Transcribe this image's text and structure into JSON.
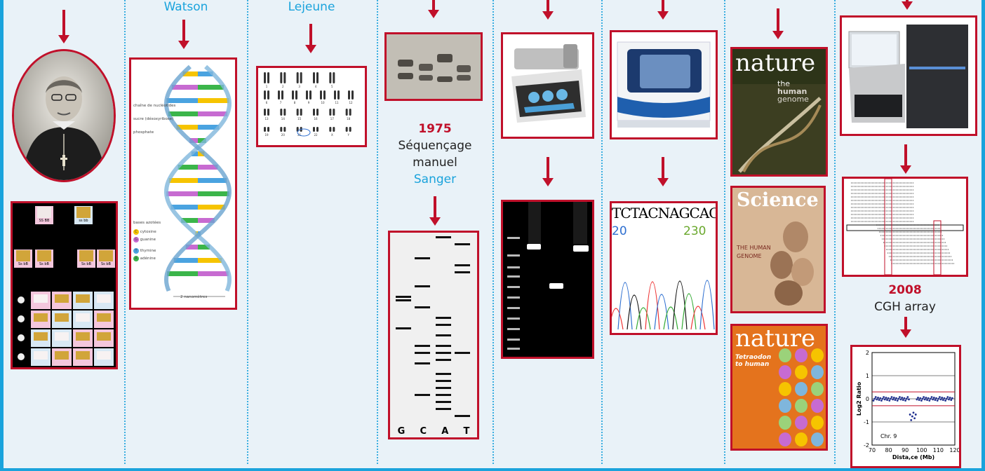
{
  "columns": {
    "watson": {
      "name": "Watson"
    },
    "lejeune": {
      "name": "Lejeune"
    },
    "sanger": {
      "year": "1975",
      "line1": "Séquençage",
      "line2": "manuel",
      "name": "Sanger"
    },
    "cgh": {
      "year": "2008",
      "label": "CGH array"
    }
  },
  "dna_diagram": {
    "labels": [
      "chaîne de nucléotides",
      "sucre (désoxyribose)",
      "phosphate",
      "bases azotées"
    ],
    "bases": [
      {
        "letter": "C",
        "name": "cytosine",
        "color": "#f6c400"
      },
      {
        "letter": "G",
        "name": "guanine",
        "color": "#c76bd1"
      },
      {
        "letter": "T",
        "name": "thymine",
        "color": "#4aa3e0"
      },
      {
        "letter": "A",
        "name": "adénine",
        "color": "#3bb54a"
      }
    ],
    "scale": "2 nanomètres"
  },
  "karyotype": {
    "labels": [
      "1",
      "2",
      "3",
      "4",
      "5",
      "6",
      "7",
      "8",
      "9",
      "10",
      "11",
      "12",
      "13",
      "14",
      "15",
      "16",
      "17",
      "18",
      "19",
      "20",
      "21",
      "22",
      "X",
      "Y"
    ]
  },
  "mendel_grid": {
    "parents": [
      "SS BB",
      "ss bb"
    ],
    "f1": [
      "Ss bB",
      "Ss bB",
      "Ss bB",
      "Ss bB"
    ]
  },
  "sanger_gel": {
    "lanes": [
      "G",
      "C",
      "A",
      "T"
    ]
  },
  "chromatogram": {
    "sequence": "TCTACNAGCAG",
    "pos_left": "20",
    "pos_right": "230"
  },
  "covers": {
    "nature1": {
      "title": "nature",
      "subtitle1": "the",
      "subtitle2": "human",
      "subtitle3": "genome"
    },
    "science": {
      "title": "Science",
      "subtitle": "THE HUMAN GENOME"
    },
    "nature2": {
      "title": "nature",
      "headline1": "Tetraodon",
      "headline2": "to human"
    }
  },
  "cgh_plot": {
    "ylabel": "Log2 Ratio",
    "xlabel": "Dista,ce (Mb)",
    "annotation": "Chr. 9",
    "yticks": [
      "2",
      "1",
      "0",
      "-1",
      "-2"
    ],
    "xticks": [
      "70",
      "80",
      "90",
      "100",
      "110",
      "120"
    ]
  },
  "colors": {
    "accent": "#c0102a",
    "blue": "#1aa3dc"
  }
}
